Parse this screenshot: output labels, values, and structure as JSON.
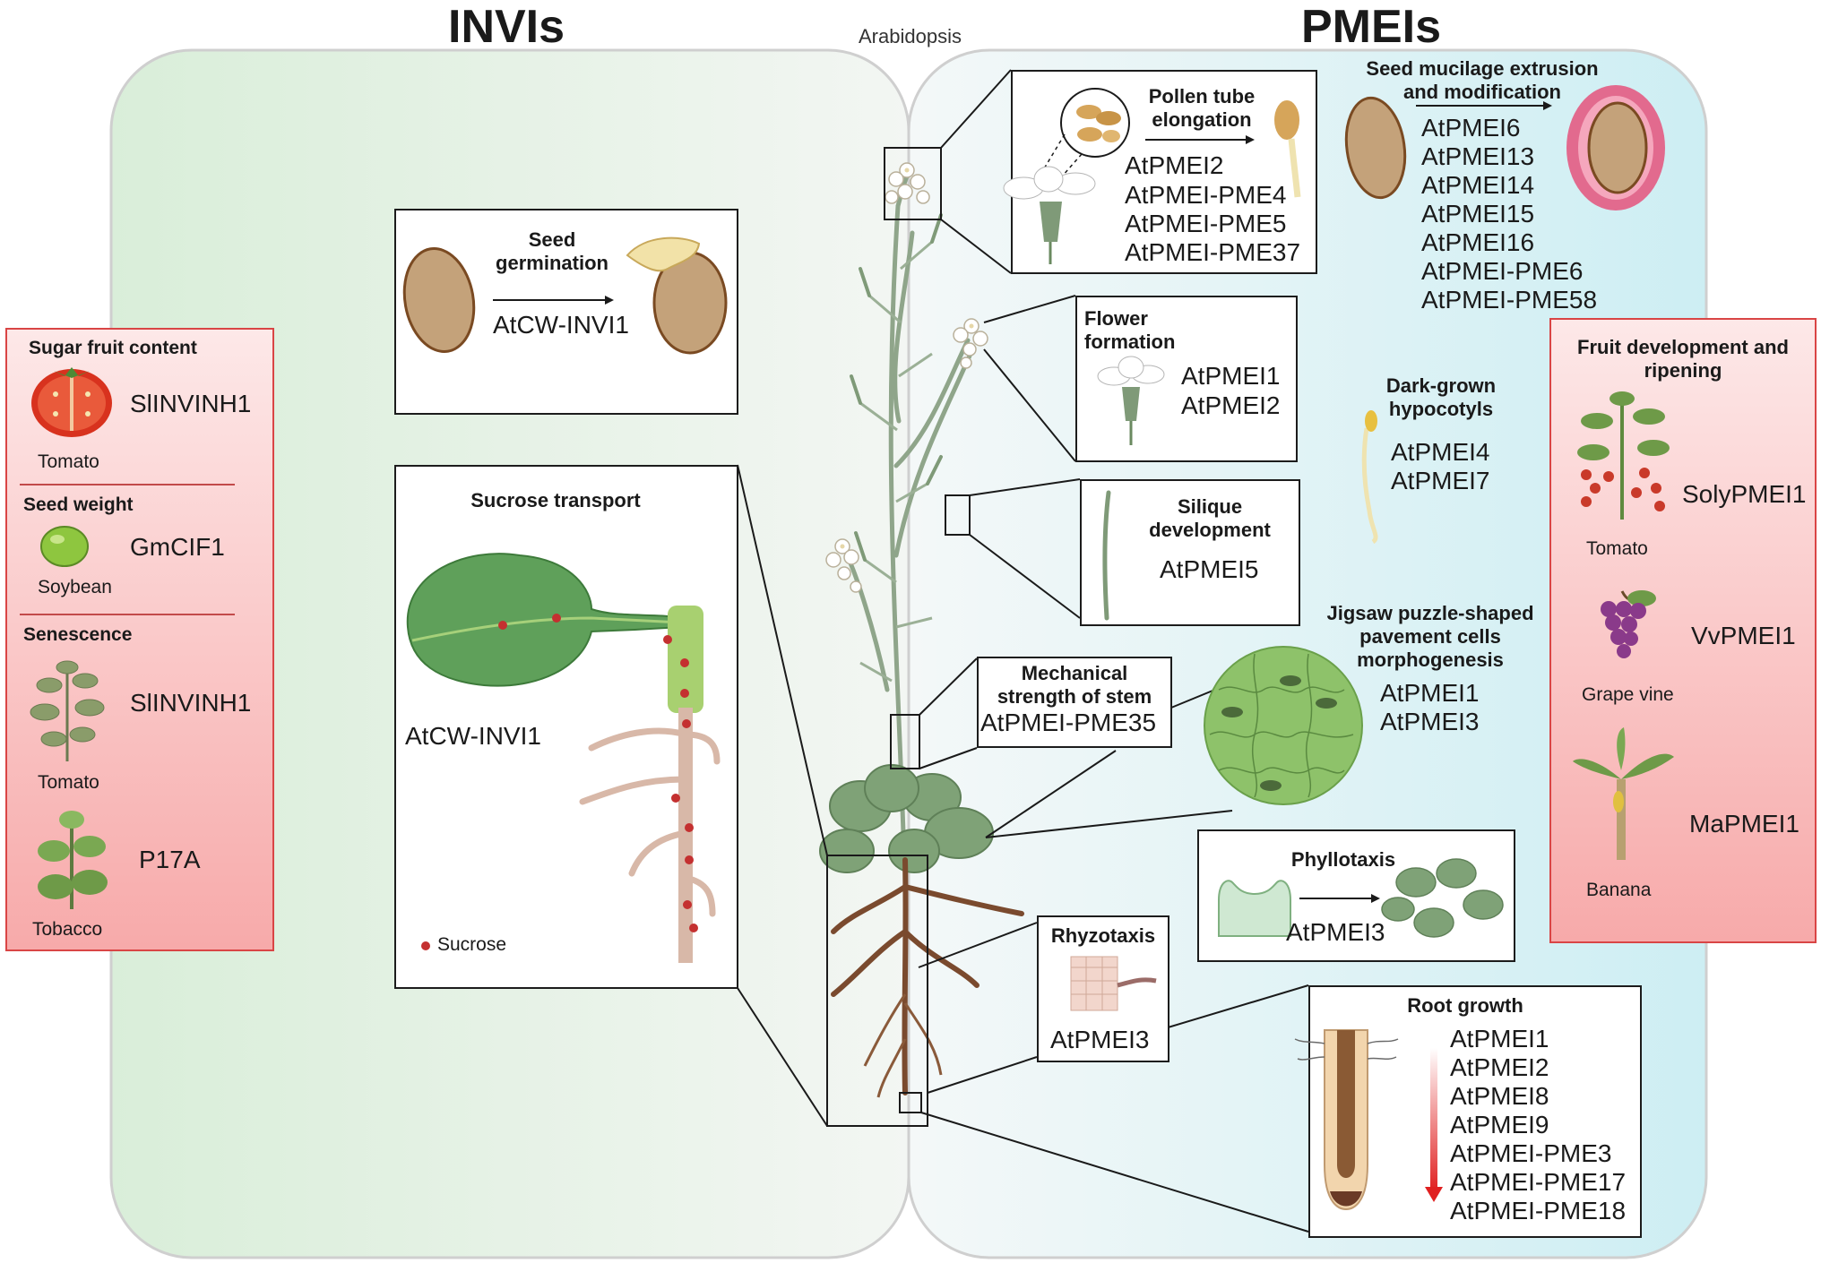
{
  "headers": {
    "left": "INVIs",
    "right": "PMEIs",
    "center": "Arabidopsis"
  },
  "seed_germination": {
    "title": "Seed\ngermination",
    "gene": "AtCW-INVI1"
  },
  "sucrose_transport": {
    "title": "Sucrose transport",
    "gene": "AtCW-INVI1",
    "legend": "Sucrose"
  },
  "left_panel": {
    "sections": [
      {
        "title": "Sugar fruit content",
        "gene": "SlINVINH1",
        "species": "Tomato"
      },
      {
        "title": "Seed weight",
        "gene": "GmCIF1",
        "species": "Soybean"
      },
      {
        "title": "Senescence",
        "gene": "SlINVINH1",
        "species": "Tomato"
      },
      {
        "title": "",
        "gene": "P17A",
        "species": "Tobacco"
      }
    ]
  },
  "pollen_tube": {
    "title": "Pollen tube\nelongation",
    "genes": [
      "AtPMEI2",
      "AtPMEI-PME4",
      "AtPMEI-PME5",
      "AtPMEI-PME37"
    ]
  },
  "seed_mucilage": {
    "title": "Seed mucilage extrusion\nand modification",
    "genes": [
      "AtPMEI6",
      "AtPMEI13",
      "AtPMEI14",
      "AtPMEI15",
      "AtPMEI16",
      "AtPMEI-PME6",
      "AtPMEI-PME58"
    ]
  },
  "flower_formation": {
    "title": "Flower\nformation",
    "genes": [
      "AtPMEI1",
      "AtPMEI2"
    ]
  },
  "dark_hypocotyls": {
    "title": "Dark-grown\nhypocotyls",
    "genes": [
      "AtPMEI4",
      "AtPMEI7"
    ]
  },
  "silique": {
    "title": "Silique\ndevelopment",
    "genes": [
      "AtPMEI5"
    ]
  },
  "mechanical": {
    "title": "Mechanical\nstrength of stem",
    "genes": [
      "AtPMEI-PME35"
    ]
  },
  "jigsaw": {
    "title": "Jigsaw puzzle-shaped\npavement cells\nmorphogenesis",
    "genes": [
      "AtPMEI1",
      "AtPMEI3"
    ]
  },
  "phyllotaxis": {
    "title": "Phyllotaxis",
    "genes": [
      "AtPMEI3"
    ]
  },
  "rhyzotaxis": {
    "title": "Rhyzotaxis",
    "genes": [
      "AtPMEI3"
    ]
  },
  "root_growth": {
    "title": "Root growth",
    "genes": [
      "AtPMEI1",
      "AtPMEI2",
      "AtPMEI8",
      "AtPMEI9",
      "AtPMEI-PME3",
      "AtPMEI-PME17",
      "AtPMEI-PME18"
    ]
  },
  "right_panel": {
    "title": "Fruit development and\nripening",
    "items": [
      {
        "gene": "SolyPMEI1",
        "species": "Tomato"
      },
      {
        "gene": "VvPMEI1",
        "species": "Grape vine"
      },
      {
        "gene": "MaPMEI1",
        "species": "Banana"
      }
    ]
  },
  "colors": {
    "left_bg": "#dcefdc",
    "right_bg": "#d6f0f4",
    "red_panel": "#f7aaaa",
    "red_border": "#d94545",
    "sucrose_dot": "#c43030",
    "leaf": "#5fa05a"
  }
}
